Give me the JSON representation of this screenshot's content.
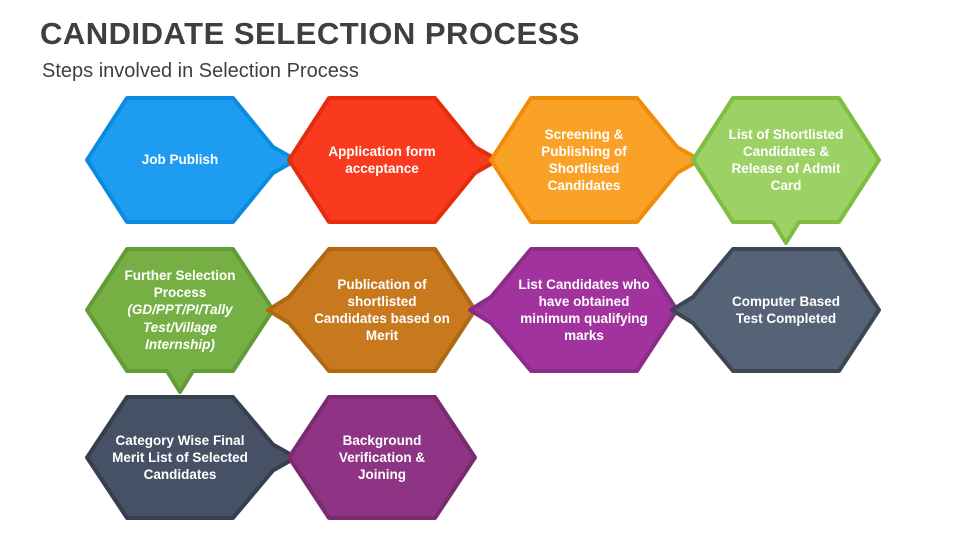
{
  "slide": {
    "title": "CANDIDATE SELECTION PROCESS",
    "subtitle": "Steps involved in Selection Process",
    "background_color": "#FFFFFF",
    "title_color": "#3F3F3F",
    "text_color": "#FFFFFF"
  },
  "nodes": [
    {
      "label": "Job Publish",
      "fill": "#1E9CF2",
      "border": "#0B8BE0",
      "tip": "right"
    },
    {
      "label": "Application form acceptance",
      "fill": "#FA3A1E",
      "border": "#E42D0D",
      "tip": "right"
    },
    {
      "label": "Screening  & Publishing of Shortlisted Candidates",
      "fill": "#F9A227",
      "border": "#EF8D08",
      "tip": "right"
    },
    {
      "label": "List of Shortlisted Candidates & Release of Admit Card",
      "fill": "#9CD166",
      "border": "#7DBD3F",
      "tip": "down"
    },
    {
      "label": "Further Selection Process",
      "sublabel": "(GD/PPT/PI/Tally Test/Village Internship)",
      "fill": "#76B044",
      "border": "#619C35",
      "tip": "down"
    },
    {
      "label": "Publication of shortlisted Candidates based on Merit",
      "fill": "#C8791D",
      "border": "#B06913",
      "tip": "left"
    },
    {
      "label": "List Candidates who have obtained minimum qualifying marks",
      "fill": "#A2339E",
      "border": "#8A2D86",
      "tip": "left"
    },
    {
      "label": "Computer Based Test Completed",
      "fill": "#566377",
      "border": "#3C4654",
      "tip": "left"
    },
    {
      "label": "Category Wise Final Merit List of Selected Candidates",
      "fill": "#465165",
      "border": "#353F4D",
      "tip": "right"
    },
    {
      "label": "Background Verification & Joining",
      "fill": "#8F3384",
      "border": "#7A2B70",
      "tip": "none"
    }
  ]
}
